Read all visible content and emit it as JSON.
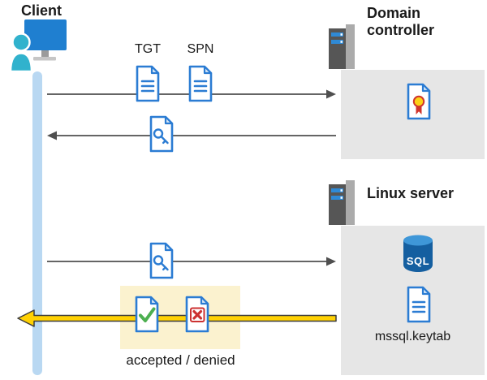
{
  "labels": {
    "client": "Client",
    "domain_controller": "Domain controller",
    "linux_server": "Linux server",
    "tgt": "TGT",
    "spn": "SPN",
    "sql": "SQL",
    "keytab_file": "mssql.keytab",
    "accepted_denied": "accepted / denied"
  },
  "icons": {
    "client": "client-workstation-icon",
    "domain_controller": "server-icon",
    "linux_server": "server-icon",
    "tgt_document": "document-icon",
    "spn_document": "document-icon",
    "service_ticket": "key-document-icon",
    "certificate": "certificate-document-icon",
    "sql_database": "sql-database-icon",
    "keytab_document": "document-icon",
    "accepted": "check-document-icon",
    "denied": "cross-document-icon"
  },
  "arrows": [
    {
      "from": "client",
      "to": "domain_controller",
      "direction": "right",
      "carries": [
        "TGT",
        "SPN"
      ],
      "style": "gray"
    },
    {
      "from": "domain_controller",
      "to": "client",
      "direction": "left",
      "carries": [
        "service ticket (key document)"
      ],
      "style": "gray"
    },
    {
      "from": "client",
      "to": "linux_server",
      "direction": "right",
      "carries": [
        "service ticket (key document)"
      ],
      "style": "gray"
    },
    {
      "from": "linux_server",
      "to": "client",
      "direction": "left",
      "carries": [
        "accepted / denied"
      ],
      "style": "gold-highlight"
    }
  ],
  "colors": {
    "document_blue": "#2b7cd3",
    "monitor_blue": "#1f7fd0",
    "person_teal": "#31b2cd",
    "lifeline_blue": "#b9d8f2",
    "panel_gray": "#e6e6e6",
    "server_dark_gray": "#565656",
    "server_light_gray": "#ababab",
    "highlight_yellow_bg": "#fbf2cf",
    "arrow_gold": "#ffd103",
    "arrow_gray": "#4f4f4f",
    "check_green": "#4caf50",
    "cross_red": "#cc3232",
    "sql_body_blue": "#155fa0",
    "sql_top_blue": "#3f97d8",
    "seal_yellow": "#fcd116",
    "seal_red": "#d0342c",
    "text_black": "#1a1a1a"
  }
}
